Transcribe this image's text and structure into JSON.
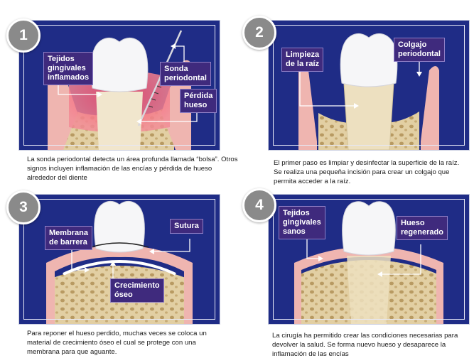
{
  "colors": {
    "panel_bg": "#1f2c86",
    "label_bg": "#3f2a7d",
    "gum": "#efb5b0",
    "bone": "#e2cfa3",
    "inflamed": "#e83f5a",
    "badge": "#8a8a8a"
  },
  "steps": [
    {
      "number": "1",
      "labels": {
        "inflamed_tissue": "Tejidos\ngingivales\ninflamados",
        "probe": "Sonda\nperiodontal",
        "bone_loss": "Pérdida\nhueso"
      },
      "caption": "La sonda periodontal detecta un área profunda llamada “bolsa”. Otros signos incluyen inflamación de las encías y pérdida de hueso alrededor del diente"
    },
    {
      "number": "2",
      "labels": {
        "root_cleaning": "Limpieza\nde la raíz",
        "flap": "Colgajo\nperiodontal"
      },
      "caption": "El primer paso es limpiar y desinfectar la superficie de la raíz. Se realiza una pequeña incisión para crear un colgajo que permita acceder a la raíz."
    },
    {
      "number": "3",
      "labels": {
        "barrier_membrane": "Membrana\nde barrera",
        "suture": "Sutura",
        "bone_growth": "Crecimiento\nóseo"
      },
      "caption": "Para reponer el hueso perdido, muchas veces se coloca un material de crecimiento óseo el cual se protege con una membrana para que aguante."
    },
    {
      "number": "4",
      "labels": {
        "healthy_tissue": "Tejidos\ngingivales\nsanos",
        "regenerated_bone": "Hueso\nregenerado"
      },
      "caption": "La cirugía ha permitido crear las condiciones necesarias para devolver la salud. Se forma nuevo hueso y desaparece la inflamación de las encías"
    }
  ]
}
